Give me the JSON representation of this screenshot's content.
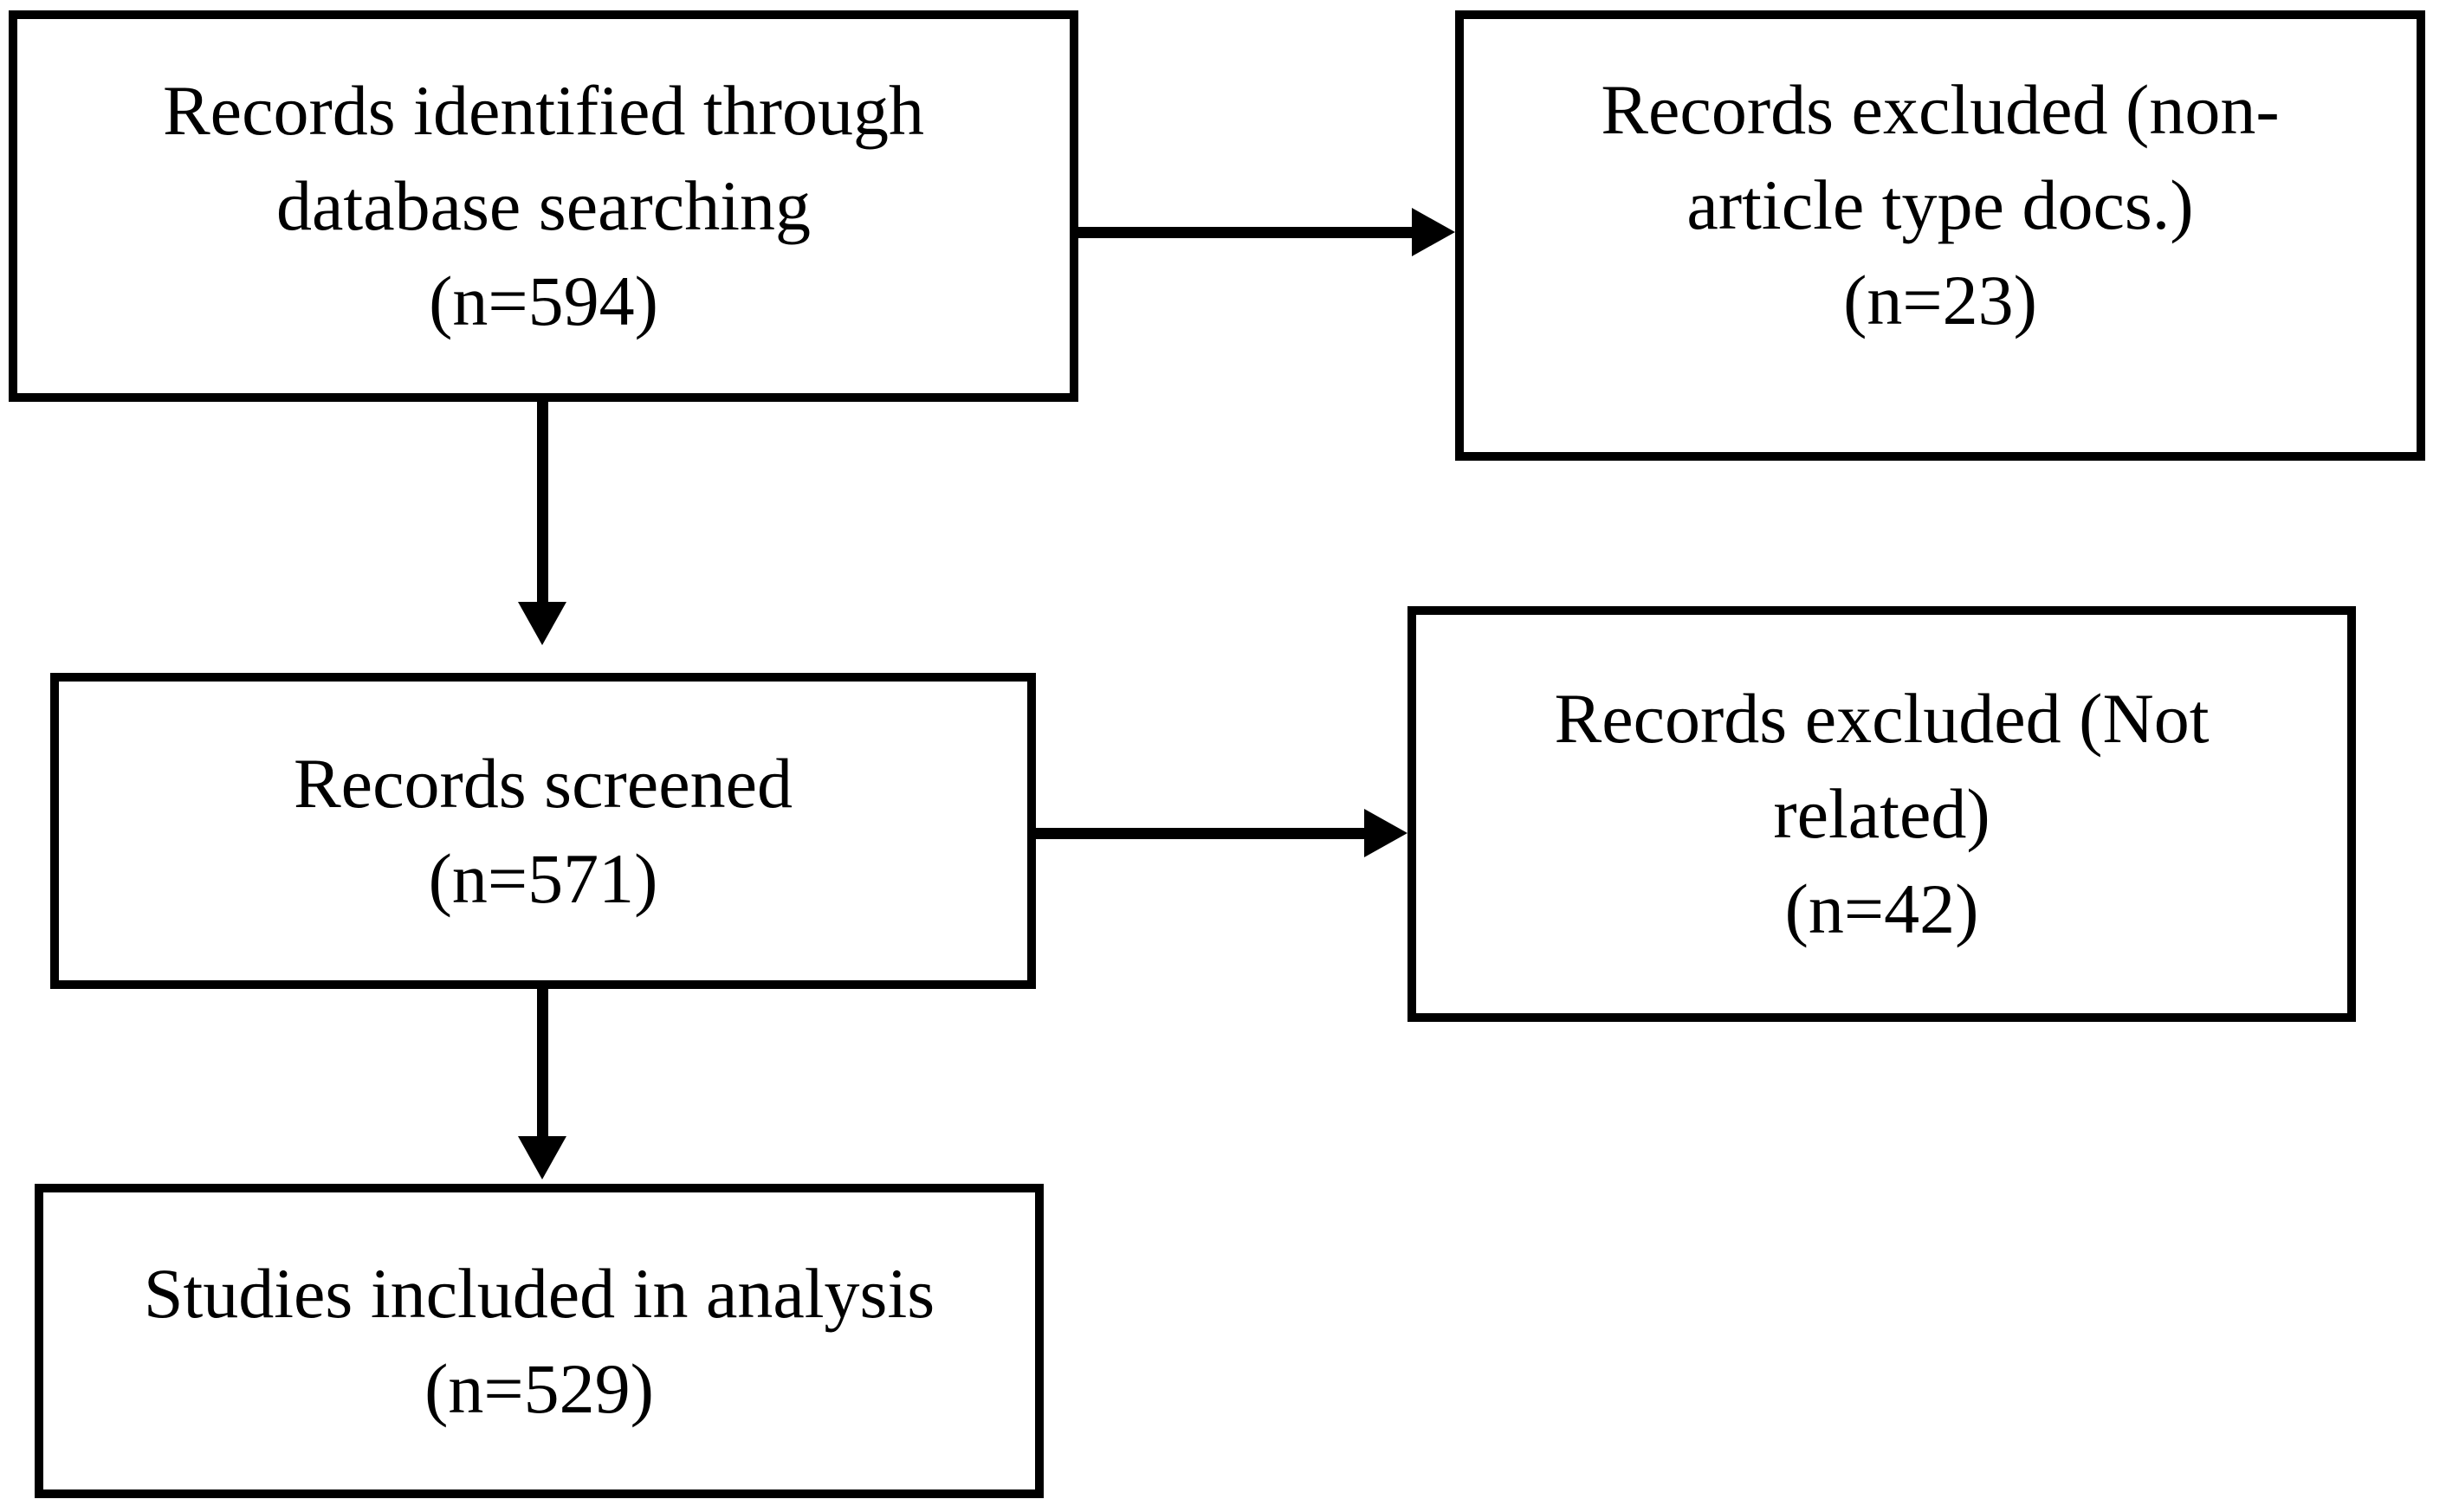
{
  "figure": {
    "type": "flow-diagram",
    "background_color": "#ffffff",
    "stroke_color": "#000000",
    "text_color": "#000000",
    "nodes": [
      {
        "id": "identified",
        "lines": [
          "Records identified through",
          "database searching",
          "(n=594)"
        ]
      },
      {
        "id": "excluded-non-article",
        "lines": [
          "Records excluded (non-",
          "article type docs.)",
          "(n=23)"
        ]
      },
      {
        "id": "screened",
        "lines": [
          "Records screened",
          "(n=571)"
        ]
      },
      {
        "id": "excluded-not-related",
        "lines": [
          "Records excluded (Not",
          "related)",
          "(n=42)"
        ]
      },
      {
        "id": "included",
        "lines": [
          "Studies included in analysis",
          "(n=529)"
        ]
      }
    ],
    "edges": [
      {
        "from": "identified",
        "to": "excluded-non-article",
        "direction": "right"
      },
      {
        "from": "identified",
        "to": "screened",
        "direction": "down"
      },
      {
        "from": "screened",
        "to": "excluded-not-related",
        "direction": "right"
      },
      {
        "from": "screened",
        "to": "included",
        "direction": "down"
      }
    ]
  }
}
